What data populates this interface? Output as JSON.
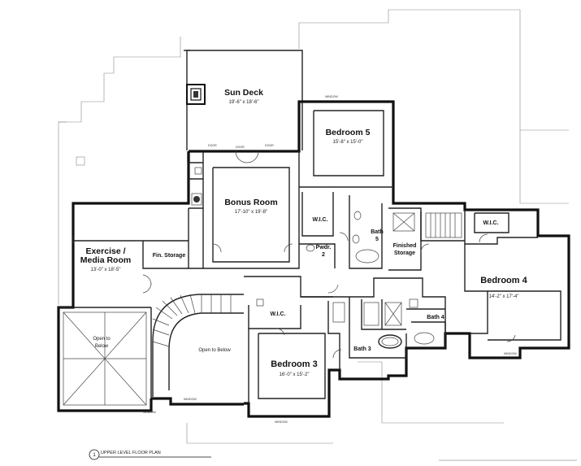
{
  "rooms": {
    "sun_deck": {
      "name": "Sun Deck",
      "dims": "19'-6\" x 18'-6\""
    },
    "bedroom5": {
      "name": "Bedroom 5",
      "dims": "15'-8\" x 15'-0\""
    },
    "bonus_room": {
      "name": "Bonus Room",
      "dims": "17'-10\" x 19'-8\""
    },
    "exercise": {
      "name_line1": "Exercise /",
      "name_line2": "Media Room",
      "dims": "13'-0\" x 18'-5\""
    },
    "fin_storage": {
      "name": "Fin. Storage"
    },
    "wic_b5": {
      "name": "W.I.C."
    },
    "pwdr": {
      "name": "Pwdr.",
      "num": "2"
    },
    "bath5": {
      "name": "Bath",
      "num": "5"
    },
    "finished_storage": {
      "name_line1": "Finished",
      "name_line2": "Storage"
    },
    "wic_b4": {
      "name": "W.I.C."
    },
    "bedroom4": {
      "name": "Bedroom 4",
      "dims": "14'-2\" x 17'-4\""
    },
    "open_below_left": {
      "name_line1": "Open to",
      "name_line2": "Below"
    },
    "open_below_center": {
      "name_line1": "Open to Below"
    },
    "wic_b3": {
      "name": "W.I.C."
    },
    "bedroom3": {
      "name": "Bedroom 3",
      "dims": "16'-0\" x 15'-2\""
    },
    "bath4": {
      "name": "Bath 4"
    },
    "bath3": {
      "name": "Bath 3"
    }
  },
  "footer": {
    "title_number": "1",
    "title": "UPPER LEVEL FLOOR PLAN"
  },
  "colors": {
    "wall": "#111111",
    "paper": "#ffffff"
  }
}
